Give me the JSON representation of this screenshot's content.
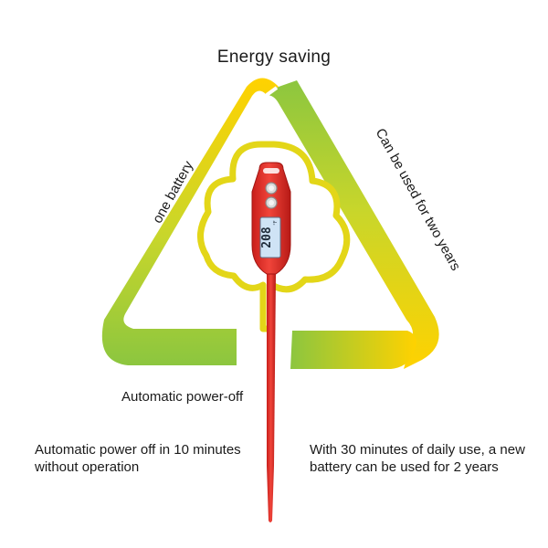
{
  "title": "Energy saving",
  "side_labels": {
    "left": "one battery",
    "right": "Can be used for two years"
  },
  "feature_label": "Automatic power-off",
  "descriptions": {
    "left": "Automatic power off in 10 minutes without operation",
    "right": "With 30 minutes of daily use, a new battery can be used for 2 years"
  },
  "display": {
    "reading": "208",
    "unit": "°F"
  },
  "colors": {
    "gradient_yellow": "#ffd200",
    "gradient_green": "#8cc63f",
    "thermometer_red": "#e8312a",
    "lcd_blue": "#cfe3f5"
  },
  "icons": [
    "recycle-triangle-icon",
    "tree-outline-icon",
    "thermometer-icon"
  ]
}
